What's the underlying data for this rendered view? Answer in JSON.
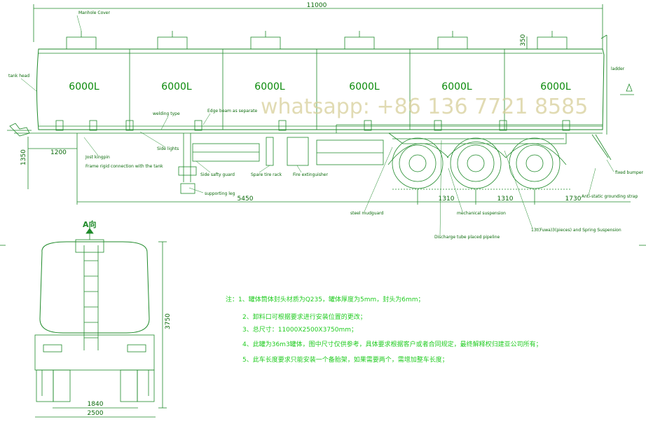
{
  "dimensions": {
    "length": "11000",
    "h_1200": "1200",
    "h_1350": "1350",
    "h_5450": "5450",
    "h_1310a": "1310",
    "h_1310b": "1310",
    "h_1730": "1730",
    "h_350": "350",
    "h_3750": "3750",
    "h_1840": "1840",
    "h_2500": "2500"
  },
  "compartments": [
    "6000L",
    "6000L",
    "6000L",
    "6000L",
    "6000L",
    "6000L"
  ],
  "labels": {
    "manhole_cover": "Manhole Cover",
    "tank_head": "tank head",
    "welding_type": "welding type",
    "edge_beam": "Edge beam  as separate",
    "side_lights": "Side lights",
    "kingpin": "Jost kingpin",
    "frame": "Frame  rigid connection  with  the  tank",
    "side_guard": "Side safty guard",
    "spare_tire": "Spare tire rack",
    "extinguisher": "Fire extinguisher",
    "supporting_leg": "supporting leg",
    "mudguard": "steel mudguard",
    "mech_suspension": "mechanical suspension",
    "discharge": "Discharge  tube placed pipeline",
    "axle": "13t(Fuwa)3(pieces) and Spring Suspension",
    "ladder": "ladder",
    "fixed_bumper": "fixed bumper",
    "anti_static": "Anti-static  grounding  strap",
    "view_a": "A向"
  },
  "notes": {
    "n1": "注：1、罐体筒体封头材质为Q235，罐体厚度为5mm，封头为6mm；",
    "n2": "2、卸料口可根据要求进行安装位置的更改；",
    "n3": "3、总尺寸：11000X2500X3750mm；",
    "n4": "4、此罐为36m3罐体，图中尺寸仅供参考，具体要求根据客户或者合同规定，最终解释权归建亚公司所有；",
    "n5": "5、此车长度要求只能安装一个备胎架，如果需要两个，需增加整车长度；"
  },
  "watermark": "whatsapp: +86 136 7721 8585",
  "colors": {
    "line": "#1f8a2a",
    "text": "#0a6a0a",
    "note": "#22cc22",
    "watermark": "#d8cf9a"
  }
}
